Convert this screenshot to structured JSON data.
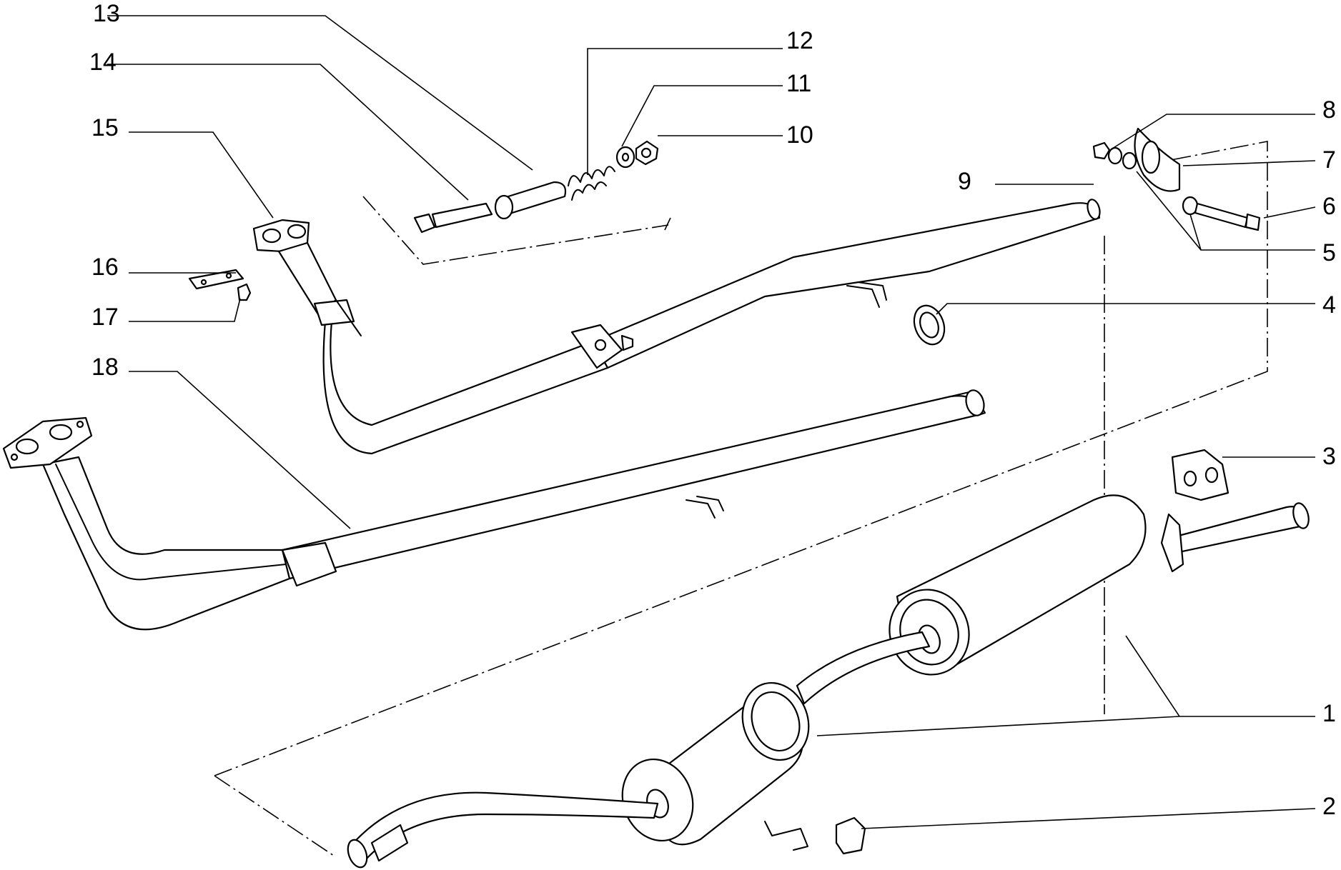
{
  "callouts": [
    {
      "id": "1",
      "label": "1",
      "part": "rear-muffler-assembly"
    },
    {
      "id": "2",
      "label": "2",
      "part": "rubber-mount-small"
    },
    {
      "id": "3",
      "label": "3",
      "part": "rubber-hanger"
    },
    {
      "id": "4",
      "label": "4",
      "part": "sealing-ring"
    },
    {
      "id": "5",
      "label": "5",
      "part": "washer"
    },
    {
      "id": "6",
      "label": "6",
      "part": "bolt"
    },
    {
      "id": "7",
      "label": "7",
      "part": "mounting-bracket"
    },
    {
      "id": "8",
      "label": "8",
      "part": "washer"
    },
    {
      "id": "9",
      "label": "9",
      "part": "nut"
    },
    {
      "id": "10",
      "label": "10",
      "part": "nut"
    },
    {
      "id": "11",
      "label": "11",
      "part": "washer"
    },
    {
      "id": "12",
      "label": "12",
      "part": "spring"
    },
    {
      "id": "13",
      "label": "13",
      "part": "spacer-sleeve"
    },
    {
      "id": "14",
      "label": "14",
      "part": "bolt"
    },
    {
      "id": "15",
      "label": "15",
      "part": "exhaust-manifold-flange"
    },
    {
      "id": "16",
      "label": "16",
      "part": "clamp-plate"
    },
    {
      "id": "17",
      "label": "17",
      "part": "nut"
    },
    {
      "id": "18",
      "label": "18",
      "part": "front-exhaust-pipe"
    }
  ]
}
